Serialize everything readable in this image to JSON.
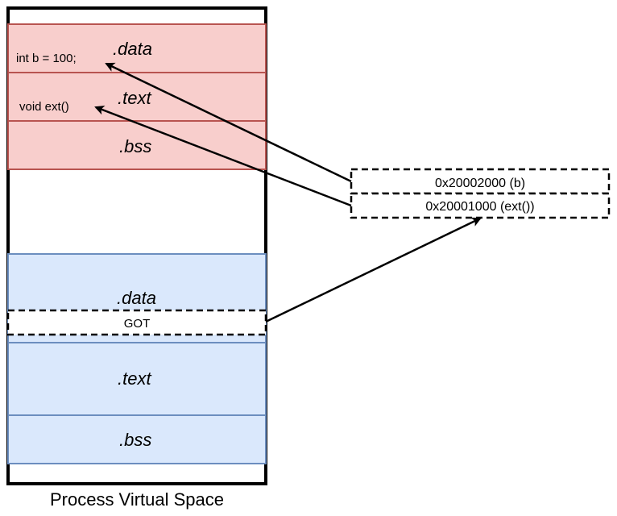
{
  "diagram": {
    "caption": "Process Virtual Space",
    "executable": {
      "data_label": ".data",
      "data_code": "int b = 100;",
      "text_label": ".text",
      "text_code": "void ext()",
      "bss_label": ".bss",
      "color_fill": "#f8cecc",
      "color_stroke": "#b85450"
    },
    "shared_lib": {
      "data_label": ".data",
      "got_label": "GOT",
      "text_label": ".text",
      "bss_label": ".bss",
      "color_fill": "#dae8fc",
      "color_stroke": "#6c8ebf"
    },
    "got_entries": [
      {
        "label": "0x20002000 (b)"
      },
      {
        "label": "0x20001000 (ext())"
      }
    ]
  }
}
